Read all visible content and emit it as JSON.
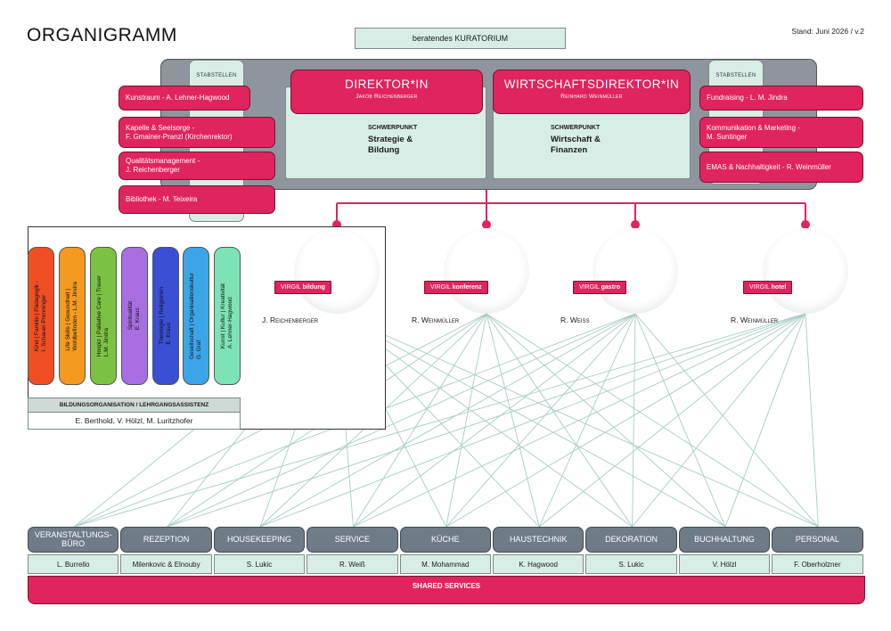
{
  "title": "ORGANIGRAMM",
  "stand": "Stand: Juni 2026 / v.2",
  "kuratorium": "beratendes KURATORIUM",
  "stabstellen_label": "STABSTELLEN",
  "stab_left": [
    "Kunstraum - A. Lehner-Hagwood",
    "Kapelle & Seelsorge -\nF. Gmainer-Pranzl (Kirchenrektor)",
    "Qualitätsmanagement -\nJ. Reichenberger",
    "Bibliothek - M. Teixeira"
  ],
  "stab_right": [
    "Fundraising - L. M. Jindra",
    "Kommunikation & Marketing -\nM. Suntinger",
    "EMAS & Nachhaltigkeit - R. Weinmüller"
  ],
  "director": {
    "title": "DIREKTOR*IN",
    "name": "Jakob Reichenberger",
    "focus_label": "SCHWERPUNKT",
    "focus": "Strategie &\nBildung"
  },
  "wdirector": {
    "title": "WIRTSCHAFTSDIREKTOR*IN",
    "name": "Reinhard Weinmüller",
    "focus_label": "SCHWERPUNKT",
    "focus": "Wirtschaft &\nFinanzen"
  },
  "bildung_tabs": [
    {
      "text": "Kind | Familie | Pädagogik -\nI. Schauer-Prenninger",
      "color": "#f04e23"
    },
    {
      "text": "Life Skills | Gesundheit |\nWohlbefinden - L.M. Jindra",
      "color": "#f39a1f"
    },
    {
      "text": "Hospiz | Palliative Care | Trauer\nL.M. Jindra",
      "color": "#7cc242"
    },
    {
      "text": "Spiritualität\nE. Kraus",
      "color": "#a86ee0"
    },
    {
      "text": "Theologie | Religionen\nE. Kraus",
      "color": "#3a4fd4"
    },
    {
      "text": "Gesellschaft | Organisationskultur\nG. Graf",
      "color": "#3ba5e8"
    },
    {
      "text": "Kunst | Kultur | Kreativität\nA. Lehner-Hagwood",
      "color": "#7ee3b4"
    }
  ],
  "bildungsorg": {
    "label": "BILDUNGSORGANISATION / LEHRGANGSASSISTENZ",
    "people": "E. Berthold, V. Hölzl, M. Luritzhofer"
  },
  "virgil": [
    {
      "prefix": "VIRGIL ",
      "name": "bildung",
      "person_initial": "J. ",
      "person_rest": "Reichenberger"
    },
    {
      "prefix": "VIRGIL ",
      "name": "konferenz",
      "person_initial": "R. ",
      "person_rest": "Weinmüller"
    },
    {
      "prefix": "VIRGIL ",
      "name": "gastro",
      "person_initial": "R. ",
      "person_rest": "Weiß"
    },
    {
      "prefix": "VIRGIL ",
      "name": "hotel",
      "person_initial": "R. ",
      "person_rest": "Weinmüller"
    }
  ],
  "departments": [
    {
      "name": "VERANSTALTUNGS-\nBÜRO",
      "person": "L. Burrello"
    },
    {
      "name": "REZEPTION",
      "person": "Milenkovic & Elnouby"
    },
    {
      "name": "HOUSEKEEPING",
      "person": "S. Lukic"
    },
    {
      "name": "SERVICE",
      "person": "R. Weiß"
    },
    {
      "name": "KÜCHE",
      "person": "M. Mohammad"
    },
    {
      "name": "HAUSTECHNIK",
      "person": "K. Hagwood"
    },
    {
      "name": "DEKORATION",
      "person": "S. Lukic"
    },
    {
      "name": "BUCHHALTUNG",
      "person": "V. Hölzl"
    },
    {
      "name": "PERSONAL",
      "person": "F. Oberholzner"
    }
  ],
  "shared_services": "SHARED SERVICES",
  "colors": {
    "pink": "#e0245e",
    "mint": "#d8ede6",
    "grey_band": "#8e959c",
    "dept_grey": "#6e7c88",
    "line": "#a7cbc4"
  }
}
